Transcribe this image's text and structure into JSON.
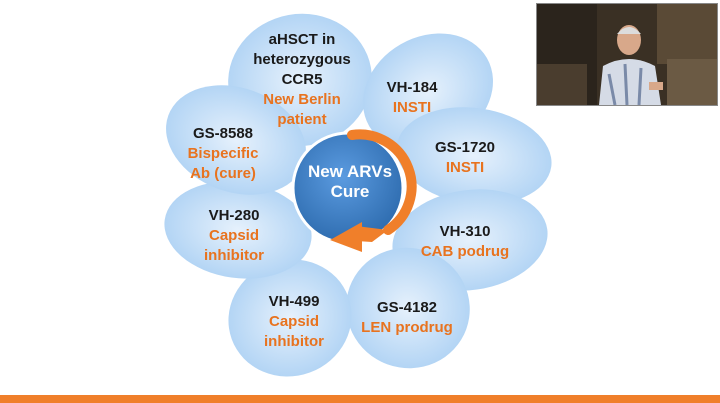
{
  "diagram": {
    "center": {
      "line1": "New ARVs",
      "line2": "Cure"
    },
    "petals": [
      {
        "code": "aHSCT in heterozygous CCR5",
        "code_lines": [
          "aHSCT in",
          "heterozygous",
          "CCR5"
        ],
        "desc_lines": [
          "New Berlin",
          "patient"
        ]
      },
      {
        "code_lines": [
          "VH-184"
        ],
        "desc_lines": [
          "INSTI"
        ]
      },
      {
        "code_lines": [
          "GS-1720"
        ],
        "desc_lines": [
          "INSTI"
        ]
      },
      {
        "code_lines": [
          "VH-310"
        ],
        "desc_lines": [
          "CAB podrug"
        ]
      },
      {
        "code_lines": [
          "GS-4182"
        ],
        "desc_lines": [
          "LEN prodrug"
        ]
      },
      {
        "code_lines": [
          "VH-499"
        ],
        "desc_lines": [
          "Capsid",
          "inhibitor"
        ]
      },
      {
        "code_lines": [
          "VH-280"
        ],
        "desc_lines": [
          "Capsid",
          "inhibitor"
        ]
      },
      {
        "code_lines": [
          "GS-8588"
        ],
        "desc_lines": [
          "Bispecific",
          "Ab (cure)"
        ]
      }
    ]
  },
  "colors": {
    "accent": "#e8731f",
    "petal": "#bcd9f5",
    "center": "#3a7cc4"
  }
}
